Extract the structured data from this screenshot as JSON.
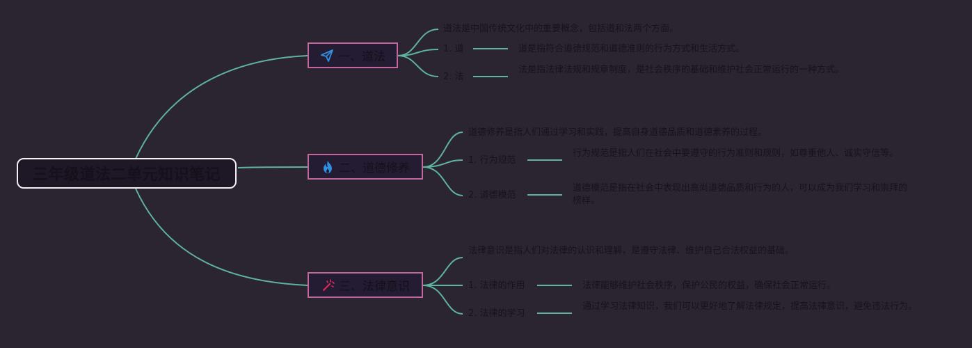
{
  "root": {
    "title": "三年级道法二单元知识笔记"
  },
  "branches": [
    {
      "title": "一、道法",
      "icon": "paper-plane-icon",
      "intro": "道法是中国传统文化中的重要概念，包括道和法两个方面。",
      "items": [
        {
          "label": "1. 道",
          "text": "道是指符合道德规范和道德准则的行为方式和生活方式。"
        },
        {
          "label": "2. 法",
          "text": "法是指法律法规和规章制度，是社会秩序的基础和维护社会正常运行的一种方式。"
        }
      ]
    },
    {
      "title": "二、道德修养",
      "icon": "flame-icon",
      "intro": "道德修养是指人们通过学习和实践，提高自身道德品质和道德素养的过程。",
      "items": [
        {
          "label": "1. 行为规范",
          "text": "行为规范是指人们在社会中要遵守的行为准则和规则，如尊重他人、诚实守信等。"
        },
        {
          "label": "2. 道德模范",
          "text": "道德模范是指在社会中表现出高尚道德品质和行为的人，可以成为我们学习和崇拜的榜样。"
        }
      ]
    },
    {
      "title": "三、法律意识",
      "icon": "magic-wand-icon",
      "intro": "法律意识是指人们对法律的认识和理解，是遵守法律、维护自己合法权益的基础。",
      "items": [
        {
          "label": "1. 法律的作用",
          "text": "法律能够维护社会秩序，保护公民的权益，确保社会正常运行。"
        },
        {
          "label": "2. 法律的学习",
          "text": "通过学习法律知识，我们可以更好地了解法律规定，提高法律意识，避免违法行为。"
        }
      ]
    }
  ],
  "colors": {
    "background": "#2a2530",
    "connector": "#5fb3a3",
    "branch_border": "#c4679c",
    "root_border": "#f4f0f6",
    "icon_blue": "#2f8fe0",
    "icon_red": "#e0285a"
  }
}
